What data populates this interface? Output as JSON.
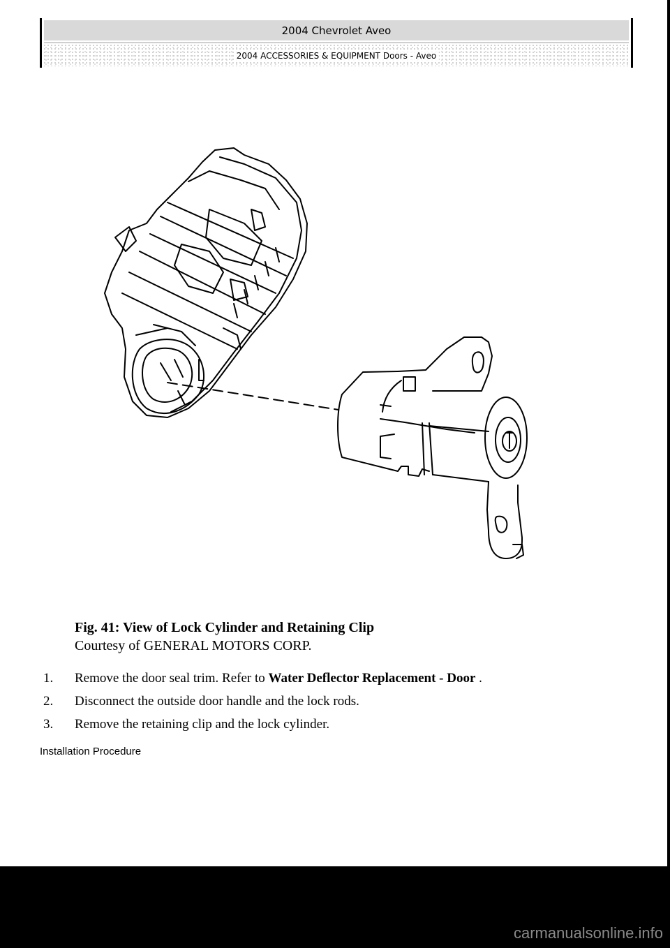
{
  "header": {
    "title": "2004 Chevrolet Aveo",
    "subtitle": "2004 ACCESSORIES & EQUIPMENT Doors - Aveo"
  },
  "figure": {
    "caption_title": "Fig. 41: View of Lock Cylinder and Retaining Clip",
    "caption_credit": "Courtesy of GENERAL MOTORS CORP.",
    "parts": [
      "door-outside-handle-housing",
      "lock-cylinder"
    ]
  },
  "steps": [
    {
      "num": "1.",
      "text": "Remove the door seal trim. Refer to ",
      "link": "Water Deflector Replacement - Door",
      "after": " ."
    },
    {
      "num": "2.",
      "text": "Disconnect the outside door handle and the lock rods.",
      "link": "",
      "after": ""
    },
    {
      "num": "3.",
      "text": "Remove the retaining clip and the lock cylinder.",
      "link": "",
      "after": ""
    }
  ],
  "next_section": "Installation Procedure",
  "watermark": "carmanualsonline.info"
}
